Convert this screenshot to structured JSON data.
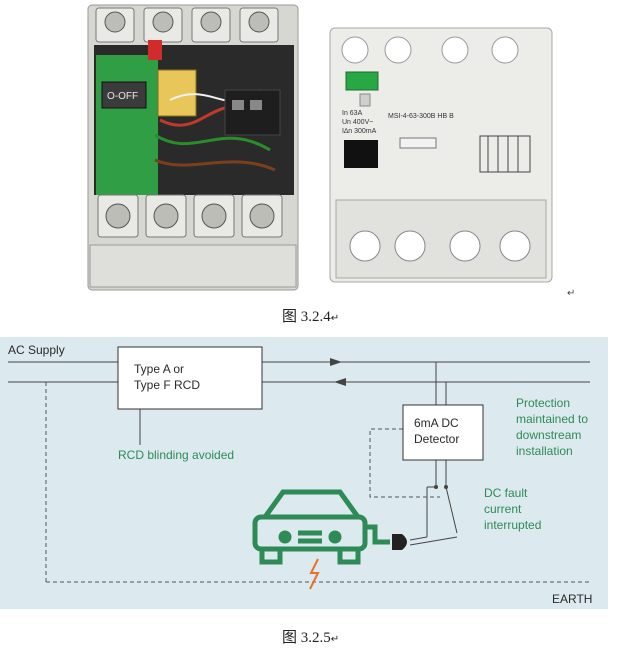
{
  "figure1": {
    "caption": "图 3.2.4",
    "return_mark": "↵",
    "device_left": {
      "switch_label": "O-OFF"
    },
    "device_right": {
      "rating_lines": [
        "In 63A",
        "Un 400V~",
        "I∆n 300mA"
      ],
      "model": "MSI-4-63-300B HB B"
    }
  },
  "figure2": {
    "caption": "图 3.2.5",
    "return_mark": "↵",
    "ac_supply": "AC Supply",
    "rcd_box": [
      "Type A or",
      "Type F RCD"
    ],
    "detector_box": [
      "6mA DC",
      "Detector"
    ],
    "rcd_note": "RCD blinding avoided",
    "protection_note": [
      "Protection",
      "maintained to",
      "downstream",
      "installation"
    ],
    "dc_fault_note": [
      "DC fault",
      "current",
      "interrupted"
    ],
    "earth": "EARTH",
    "colors": {
      "panel": "#dce9ee",
      "green": "#2e8b57",
      "fault": "#e8722a"
    }
  }
}
